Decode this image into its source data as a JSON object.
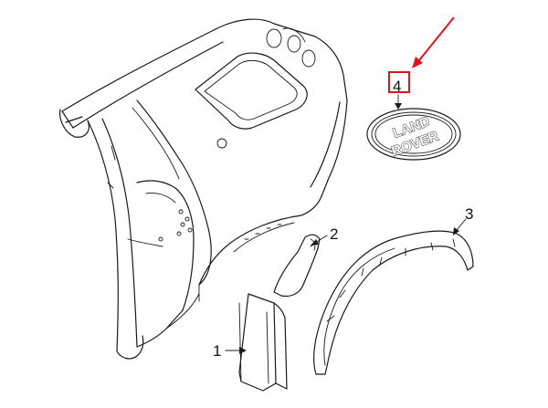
{
  "callouts": {
    "part1": "1",
    "part2": "2",
    "part3": "3",
    "part4": "4"
  },
  "badge": {
    "line1": "LAND",
    "line2": "ROVER"
  },
  "highlight": {
    "color": "#e3131b",
    "target": "part4"
  },
  "line_color": "#1a1a1a"
}
